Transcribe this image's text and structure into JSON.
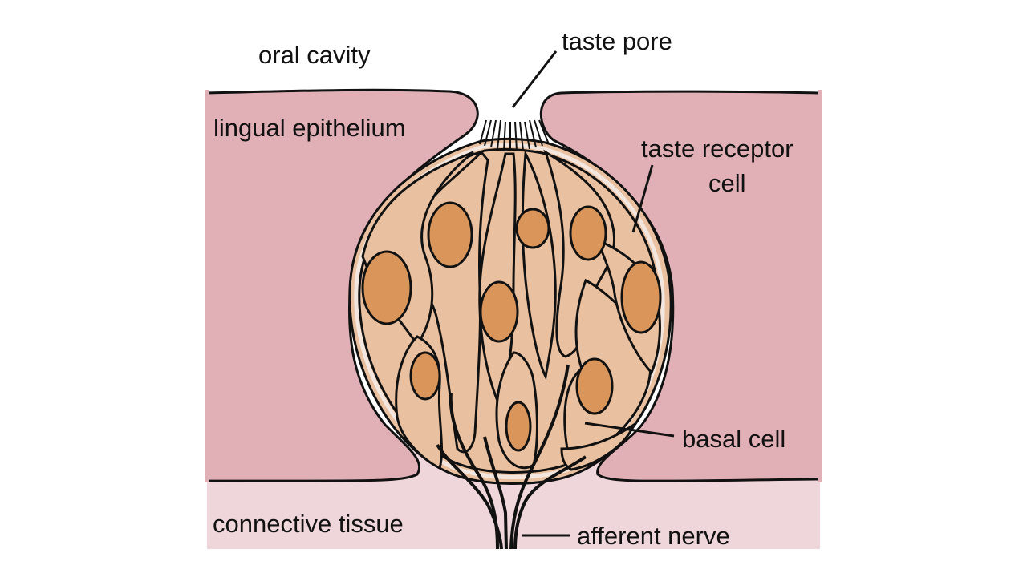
{
  "title": "Taste bud anatomy",
  "labels": {
    "oral_cavity": "oral cavity",
    "taste_pore": "taste pore",
    "lingual_epithelium": "lingual epithelium",
    "taste_receptor_cell_line1": "taste receptor",
    "taste_receptor_cell_line2": "cell",
    "basal_cell": "basal cell",
    "connective_tissue": "connective tissue",
    "afferent_nerve": "afferent nerve"
  },
  "colors": {
    "epithelium": "#e0b0b6",
    "connective_tissue": "#efd6da",
    "taste_bud": "#eac1a0",
    "nucleus": "#d9955a",
    "outline": "#111111",
    "cell_gap": "#f3e6de"
  }
}
